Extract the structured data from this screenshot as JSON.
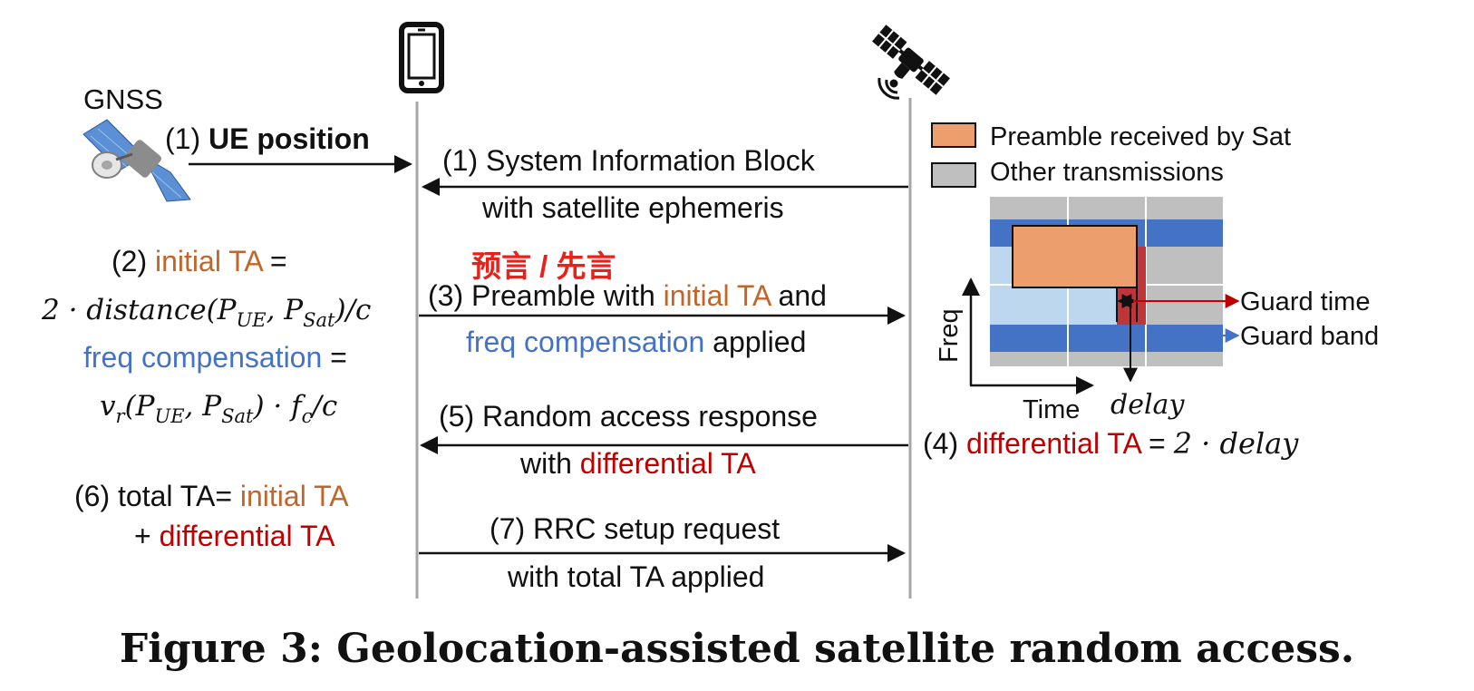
{
  "colors": {
    "orange": "#C0662A",
    "blue": "#4472C4",
    "red": "#C00000",
    "chinese_red": "#E8211A",
    "preamble_fill": "#EC9E6C",
    "other_fill": "#BFBFBF",
    "band_blue": "#4472C4",
    "light_blue": "#BDD7EE",
    "guard_red": "#C0353A"
  },
  "icons": {
    "phone": "phone-icon",
    "satellite": "satellite-icon",
    "gnss": "gnss-satellite-icon"
  },
  "gnss": {
    "label": "GNSS"
  },
  "step1_ue": {
    "prefix": "(1) ",
    "bold": "UE position"
  },
  "step1_sib": {
    "line1": "(1) System Information Block",
    "line2": "with satellite ephemeris"
  },
  "step2": {
    "prefix": "(2) ",
    "ta_label": "initial TA",
    "equals": " =",
    "formula1": "2 · distance(P",
    "sub_ue": "UE",
    "comma": ", P",
    "sub_sat": "Sat",
    "formula1_end": ")/c",
    "freq_label": "freq compensation",
    "formula2_pre": "v",
    "sub_r": "r",
    "formula2_mid": "(P",
    "formula2_mid2": ", P",
    "formula2_end": ") · f",
    "sub_c": "c",
    "formula2_tail": "/c"
  },
  "chinese_note": "预言 / 先言",
  "step3": {
    "line1_a": "(3) Preamble with ",
    "line1_b": "initial TA",
    "line1_c": "  and",
    "line2_a": "freq compensation",
    "line2_b": " applied"
  },
  "step5": {
    "line1": "(5) Random access response",
    "line2_a": "with ",
    "line2_b": "differential TA"
  },
  "step6": {
    "line1_a": "(6) total TA= ",
    "line1_b": "initial TA",
    "line2_a": "+ ",
    "line2_b": "differential TA"
  },
  "step7": {
    "line1": "(7) RRC setup request",
    "line2": "with total TA applied"
  },
  "step4": {
    "prefix": "(4) ",
    "ta": "differential TA",
    "equals": " = ",
    "formula": "2 · delay"
  },
  "legend": {
    "preamble": "Preamble received by Sat",
    "other": "Other transmissions"
  },
  "grid": {
    "freq_label": "Freq",
    "time_label": "Time",
    "delay_label": "delay",
    "guard_time": "Guard time",
    "guard_band": "Guard band"
  },
  "caption": "Figure 3: Geolocation-assisted satellite random access."
}
